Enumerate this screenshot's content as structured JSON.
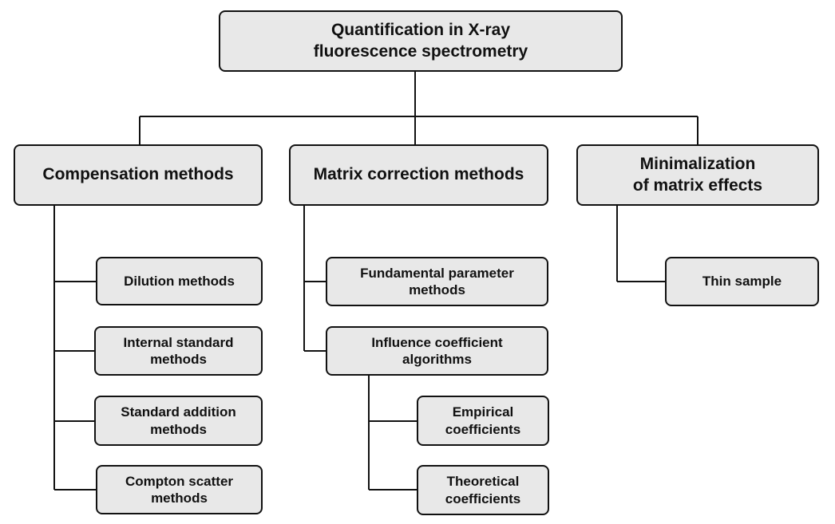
{
  "diagram": {
    "root": "Quantification in X-ray\nfluorescence spectrometry",
    "categories": [
      {
        "label": "Compensation methods",
        "children": [
          "Dilution methods",
          "Internal standard\nmethods",
          "Standard addition\nmethods",
          "Compton scatter\nmethods"
        ]
      },
      {
        "label": "Matrix correction methods",
        "children": [
          "Fundamental parameter\nmethods",
          "Influence coefficient\nalgorithms"
        ],
        "grandchildren": [
          "Empirical\ncoefficients",
          "Theoretical\ncoefficients"
        ]
      },
      {
        "label": "Minimalization\nof matrix effects",
        "children": [
          "Thin sample"
        ]
      }
    ]
  }
}
